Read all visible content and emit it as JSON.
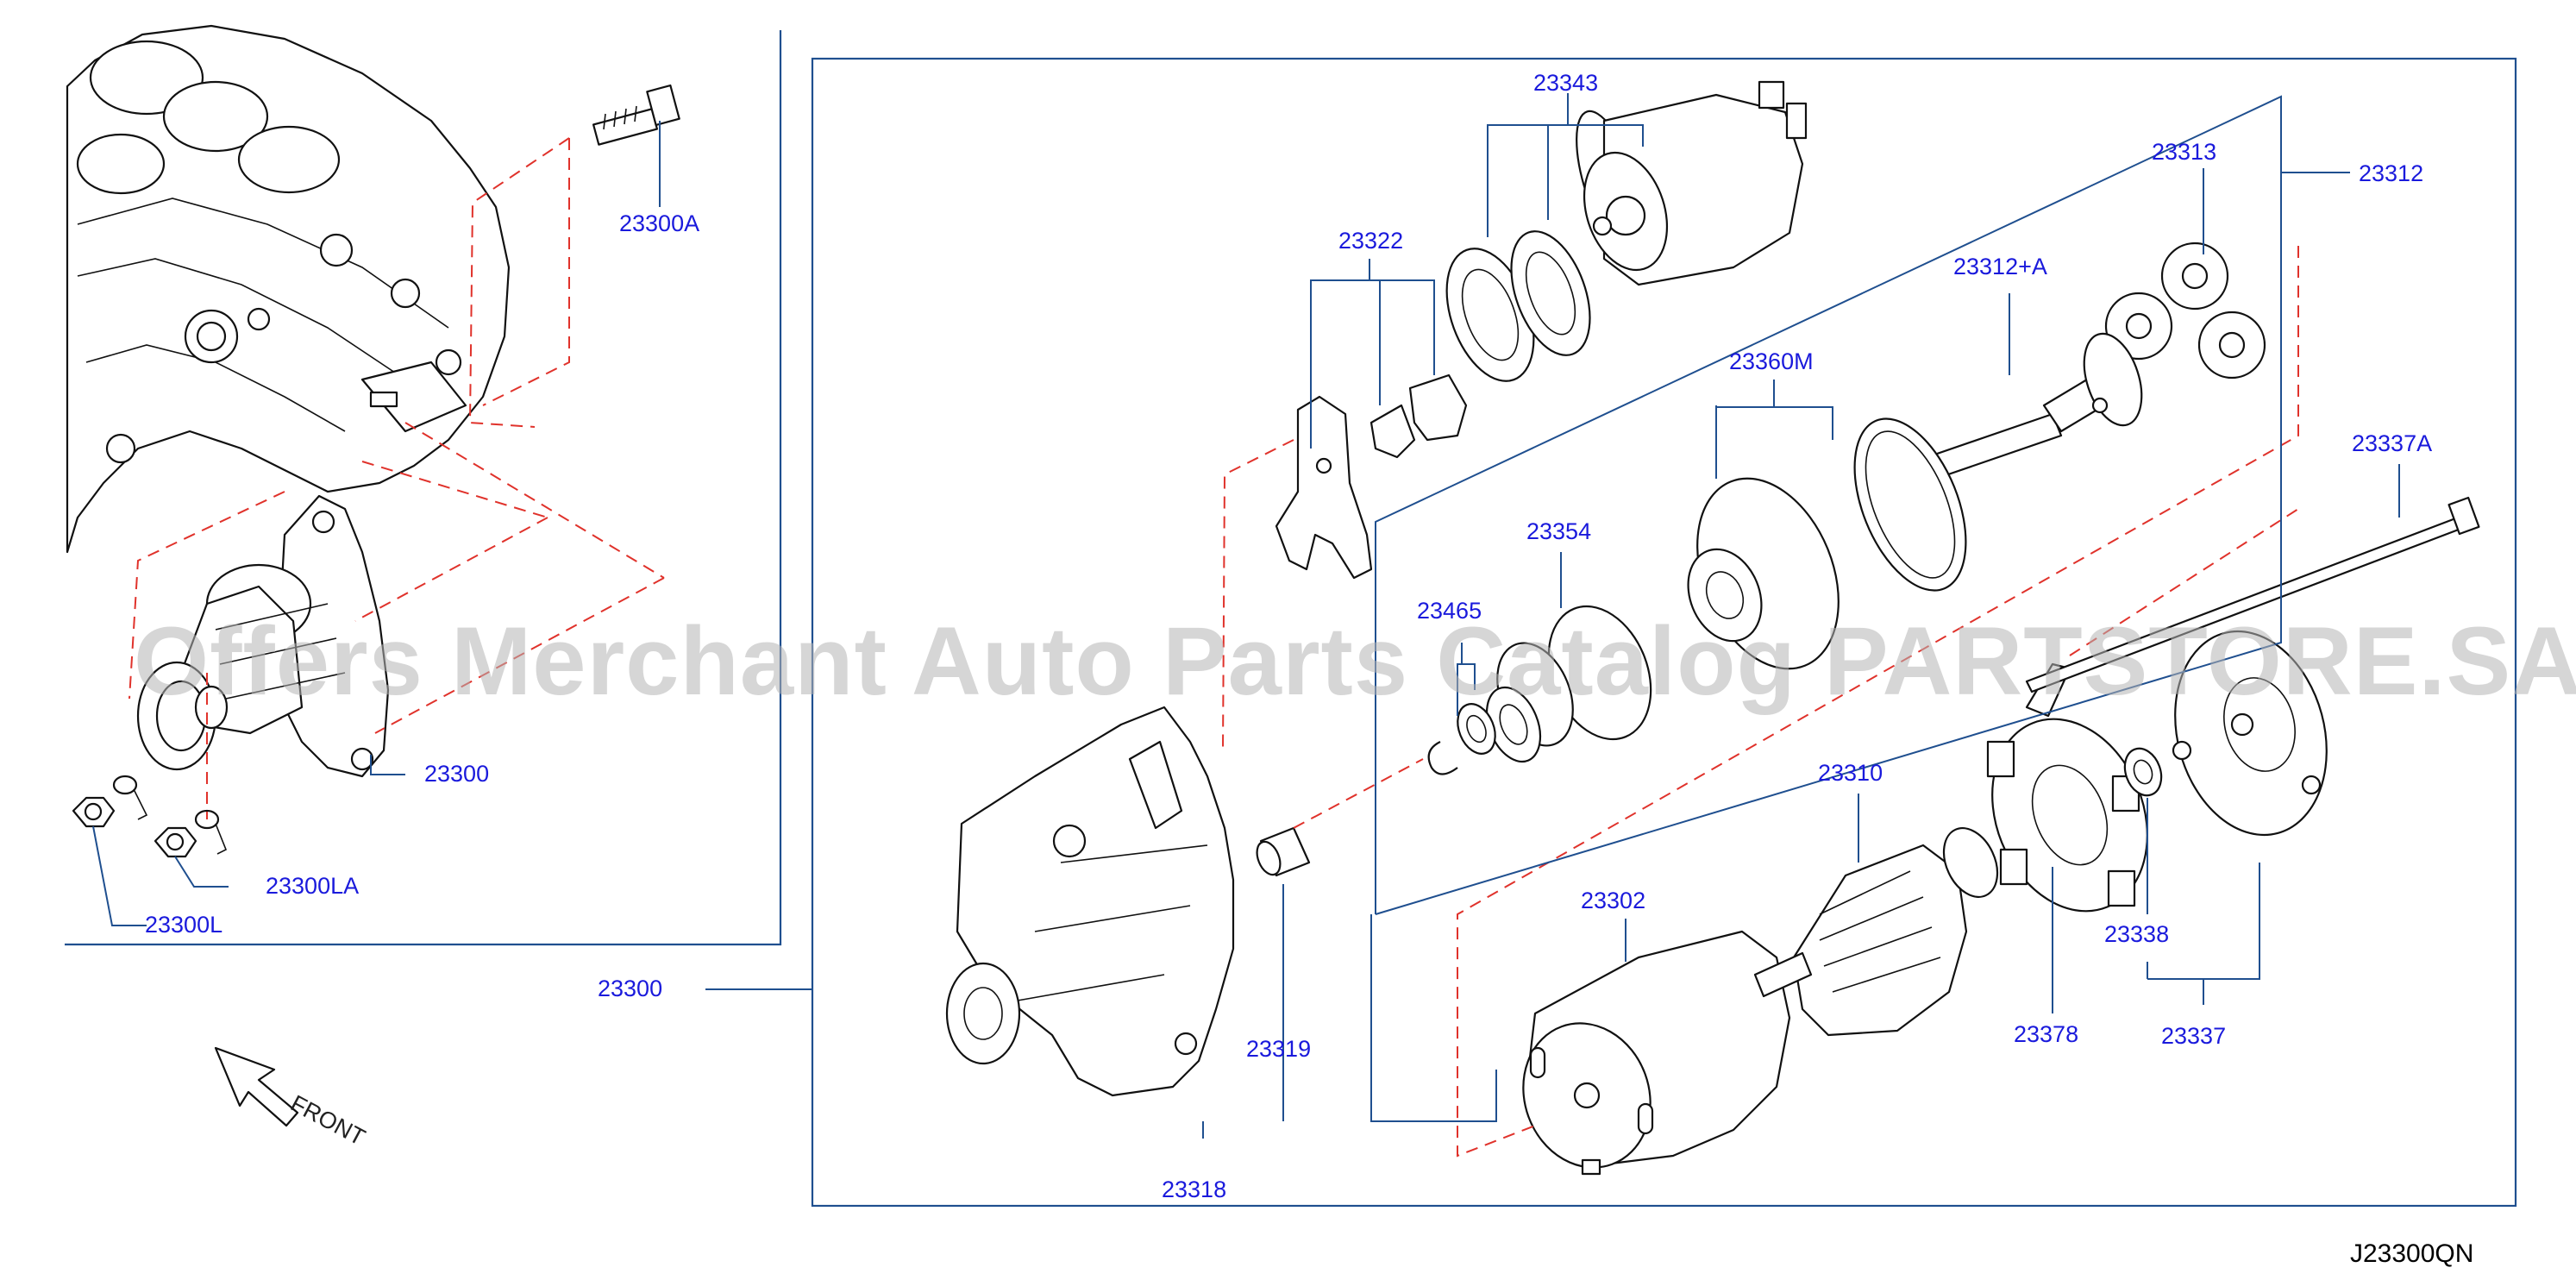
{
  "diagram": {
    "code": "J23300QN",
    "watermark": "Offers Merchant Auto Parts Catalog PARTSTORE.SA",
    "front_label": "FRONT",
    "labels": {
      "l23343": "23343",
      "l23322": "23322",
      "l23313": "23313",
      "l23312": "23312",
      "l23312a": "23312+A",
      "l23360m": "23360M",
      "l23354": "23354",
      "l23465": "23465",
      "l23337a": "23337A",
      "l23310": "23310",
      "l23302": "23302",
      "l23338": "23338",
      "l23378": "23378",
      "l23337": "23337",
      "l23319": "23319",
      "l23318": "23318",
      "l23300_main": "23300",
      "l23300_left": "23300",
      "l23300a": "23300A",
      "l23300la": "23300LA",
      "l23300l": "23300L"
    }
  }
}
